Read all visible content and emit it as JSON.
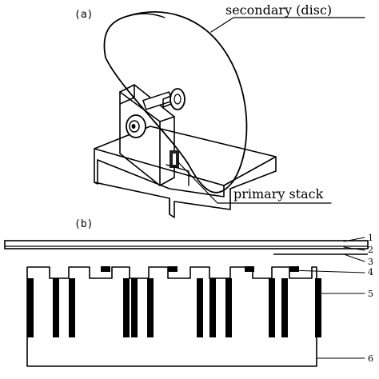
{
  "panel_a": {
    "label": "(a)",
    "callouts": {
      "secondary": "secondary (disc)",
      "primary": "primary stack"
    }
  },
  "panel_b": {
    "label": "(b)",
    "layer_numbers": [
      "1",
      "2",
      "3",
      "4",
      "5",
      "6"
    ]
  }
}
